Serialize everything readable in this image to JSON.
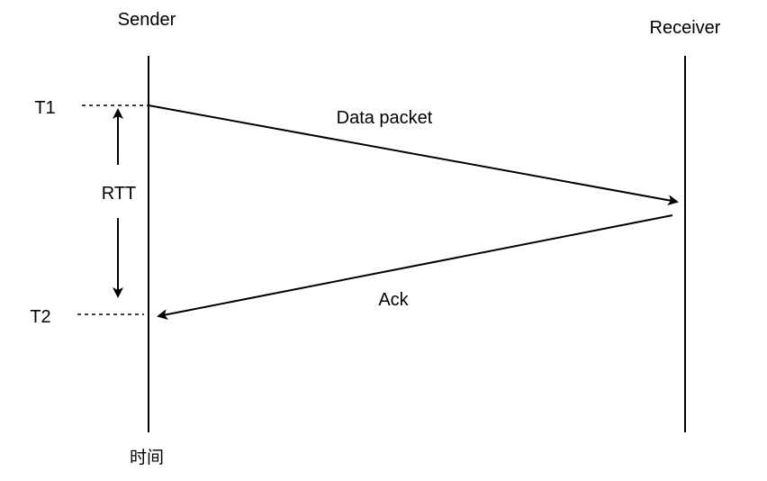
{
  "labels": {
    "sender": "Sender",
    "receiver": "Receiver",
    "t1": "T1",
    "t2": "T2",
    "rtt": "RTT",
    "data_packet": "Data packet",
    "ack": "Ack",
    "time_axis": "时间"
  },
  "colors": {
    "stroke": "#000000",
    "background": "#ffffff"
  }
}
